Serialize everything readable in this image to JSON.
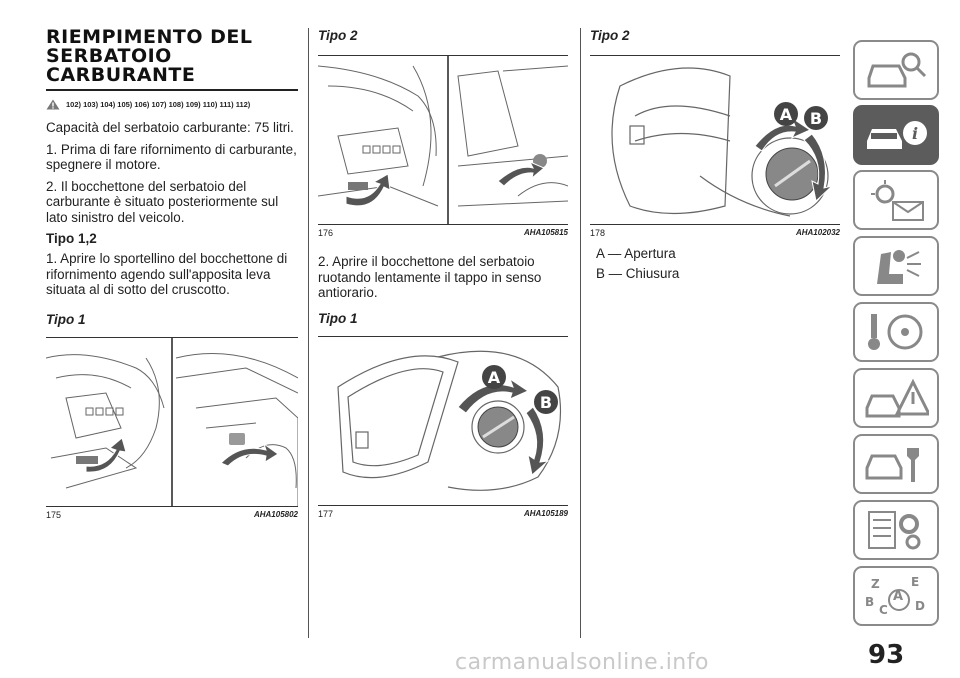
{
  "section": {
    "title_lines": [
      "RIEMPIMENTO DEL",
      "SERBATOIO",
      "CARBURANTE"
    ],
    "notes_refs": "102) 103) 104) 105) 106) 107) 108) 109) 110) 111) 112)"
  },
  "column1": {
    "para_capacity": "Capacità del serbatoio carburante: 75 litri.",
    "step1": "1. Prima di fare rifornimento di carburante, spegnere il motore.",
    "step2": "2. Il bocchettone del serbatoio del carburante è situato posteriormente sul lato sinistro del veicolo.",
    "subheading": "Tipo 1,2",
    "step1b": "1. Aprire lo sportellino del bocchettone di rifornimento agendo sull'apposita leva situata al di sotto del cruscotto.",
    "fig_label": "Tipo 1",
    "fig_num": "175",
    "fig_code": "AHA105802"
  },
  "column2": {
    "fig1_label": "Tipo 2",
    "fig1_num": "176",
    "fig1_code": "AHA105815",
    "step2b": "2. Aprire il bocchettone del serbatoio ruotando lentamente il tappo in senso antiorario.",
    "fig2_label": "Tipo 1",
    "fig2_num": "177",
    "fig2_code": "AHA105189",
    "fig2_letter_a": "A",
    "fig2_letter_b": "B"
  },
  "column3": {
    "fig_label": "Tipo 2",
    "fig_num": "178",
    "fig_code": "AHA102032",
    "letter_a": "A",
    "letter_b": "B",
    "legend": [
      "A — Apertura",
      "B — Chiusura"
    ]
  },
  "page_number": "93",
  "watermark": "carmanualsonline.info",
  "tabs": [
    {
      "icon": "car-search-icon",
      "active": false
    },
    {
      "icon": "car-info-icon",
      "active": true
    },
    {
      "icon": "warning-light-mail-icon",
      "active": false
    },
    {
      "icon": "seat-airbag-icon",
      "active": false
    },
    {
      "icon": "key-steering-wheel-icon",
      "active": false
    },
    {
      "icon": "car-warning-triangle-icon",
      "active": false
    },
    {
      "icon": "car-wrench-icon",
      "active": false
    },
    {
      "icon": "list-gears-icon",
      "active": false
    },
    {
      "icon": "alphabet-index-icon",
      "active": false
    }
  ],
  "colors": {
    "tab_active": "#5c5c5c",
    "tab_border": "#8a8a8a",
    "arrow": "#555555"
  }
}
